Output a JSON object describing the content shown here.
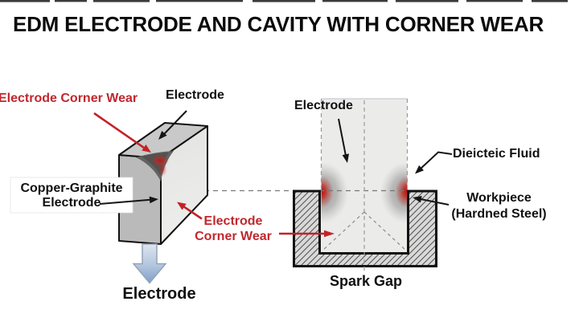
{
  "title": "EDM ELECTRODE AND CAVITY WITH CORNER WEAR",
  "left_diagram": {
    "corner_wear_top_label": "Electrode Corner Wear",
    "electrode_top_label": "Electrode",
    "material_label_line1": "Copper-Graphite",
    "material_label_line2": "Electrode",
    "corner_wear_center_line1": "Electrode",
    "corner_wear_center_line2": "Corner Wear",
    "electrode_bottom_label": "Electrode"
  },
  "right_diagram": {
    "electrode_label": "Electrode",
    "dielectric_fluid_label": "Dieicteic Fluid",
    "workpiece_label_line1": "Workpiece",
    "workpiece_label_line2": "(Hardned Steel)",
    "spark_gap_label": "Spark Gap"
  },
  "colors": {
    "label_red": "#c1272d",
    "arrow_red": "#c32227",
    "box_left_face": "#b9bab9",
    "box_top_face": "#c9c9c9",
    "box_right_face": "#e8e8e6",
    "wear_dark": "#616161",
    "workpiece_fill": "#d9d9d9",
    "electrode_column_fill": "#ebebea",
    "feed_arrow_blue": "#86a6cd",
    "outline_black": "#111111"
  }
}
